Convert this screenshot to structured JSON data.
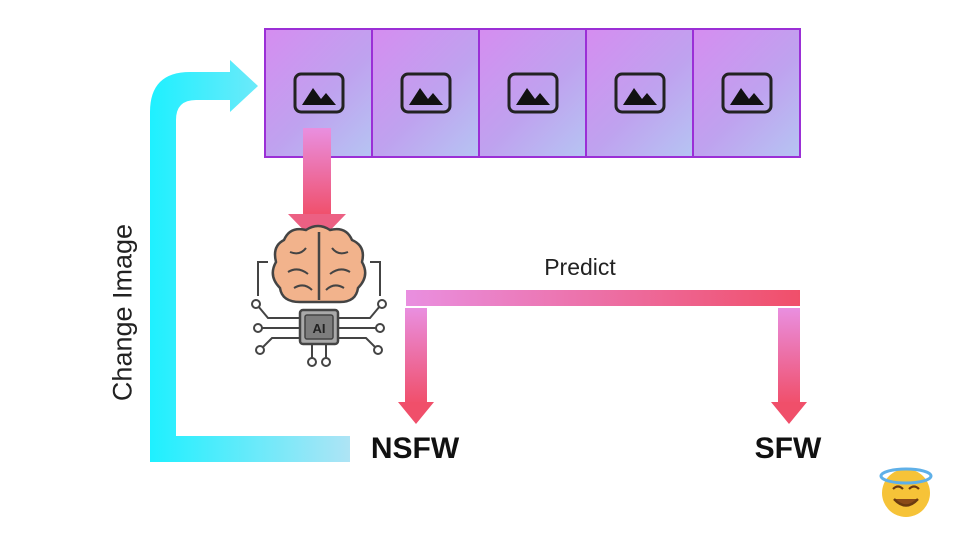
{
  "images": [
    {
      "icon": "image-placeholder-icon"
    },
    {
      "icon": "image-placeholder-icon"
    },
    {
      "icon": "image-placeholder-icon"
    },
    {
      "icon": "image-placeholder-icon"
    },
    {
      "icon": "image-placeholder-icon"
    }
  ],
  "labels": {
    "predict": "Predict",
    "change_image": "Change Image",
    "nsfw": "NSFW",
    "sfw": "SFW"
  },
  "icons": {
    "model": "ai-brain-icon",
    "emoji": "smiling-face-with-halo-icon"
  },
  "colors": {
    "strip_border": "#9b2fd6",
    "loop_arrow_start": "#1ef0ff",
    "loop_arrow_end": "#aee4f5",
    "flow_arrow_start": "#e98fe0",
    "flow_arrow_end": "#f04f6a"
  }
}
